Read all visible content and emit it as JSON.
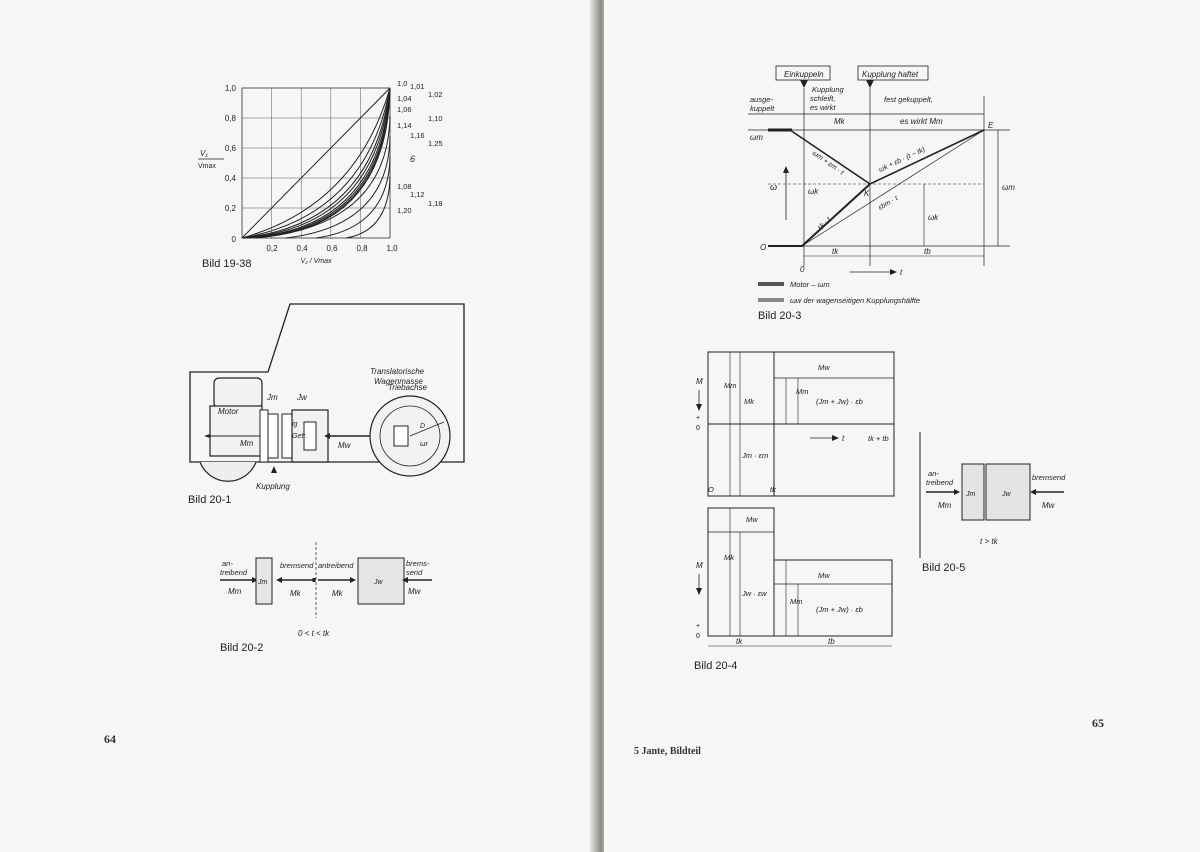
{
  "left": {
    "page_number": "64",
    "fig19_38": {
      "caption": "Bild 19-38",
      "y_ticks": [
        "1,0",
        "0,8",
        "0,6",
        "0,4",
        "0,2"
      ],
      "x_ticks": [
        "0",
        "0,2",
        "0,4",
        "0,6",
        "0,8",
        "1,0"
      ],
      "y_label_top": "V₁",
      "y_label_bottom": "Vmax",
      "x_label": "V₂ / Vmax",
      "curve_labels_upper": [
        "1,0",
        "1,01",
        "1,02",
        "1,04",
        "1,06",
        "1,10",
        "1,14",
        "1,16",
        "1,25"
      ],
      "curve_labels_lower": [
        "1,08",
        "1,12",
        "1,18",
        "1,20"
      ],
      "sigma_label": "6"
    },
    "fig20_1": {
      "caption": "Bild 20-1",
      "motor": "Motor",
      "jm": "Jm",
      "jw": "Jw",
      "ig": "ig",
      "getr": "Getr.",
      "mm": "Mm",
      "mw": "Mw",
      "triebachse": "Triebachse",
      "mass_line1": "Translatorische",
      "mass_line2": "Wagenmasse",
      "kupplung": "Kupplung",
      "d": "D",
      "omega_r": "ωr"
    },
    "fig20_2": {
      "caption": "Bild 20-2",
      "antreibend_left": [
        "an-",
        "treibend"
      ],
      "bremsend_mid": "bremsend",
      "antreibend_mid": "antreibend",
      "bremsend_right": [
        "brems-",
        "send"
      ],
      "mm": "Mm",
      "jm": "Jm",
      "mk1": "Mk",
      "mk2": "Mk",
      "jw": "Jw",
      "mw": "Mw",
      "condition": "0 < t < tk"
    }
  },
  "right": {
    "page_number": "65",
    "footer": "5  Jante, Bildteil",
    "fig20_3": {
      "caption": "Bild 20-3",
      "einkuppeln": "Einkuppeln",
      "kupplung_haftet": "Kupplung haftet",
      "ausgekuppelt": [
        "ausge-",
        "kuppelt"
      ],
      "schleift": [
        "Kupplung",
        "schleift,",
        "es wirkt"
      ],
      "fest": "fest gekuppelt,",
      "es_wirkt_mm": "es wirkt Mm",
      "mk": "Mk",
      "omega_m_left": "ωm",
      "omega": "ω",
      "omega_k": "ωk",
      "o": "O",
      "k": "K",
      "e": "E",
      "omega_m_right": "ωm",
      "omega_k_right": "ωk",
      "formula1": "ωm + εm · t",
      "formula2": "ωk + εb · (t − tk)",
      "formula3": "εk · t",
      "formula4": "εbm · t",
      "tk": "tk",
      "tb": "tb",
      "t_axis": "t",
      "origin": "0",
      "legend1": "Motor – ωm",
      "legend2": "ωw der wagenseitigen Kupplungshälfte"
    },
    "fig20_4": {
      "caption": "Bild 20-4",
      "top": {
        "mm": "Mm",
        "mk": "Mk",
        "mw": "Mw",
        "mm2": "Mm",
        "jsum": "(Jm + Jw) · εb",
        "jm_em": "Jm · εm",
        "m": "M",
        "plus": "+",
        "zero": "0",
        "t": "t",
        "tktb": "tk + tb",
        "o": "O",
        "tk": "tk"
      },
      "bottom": {
        "mw": "Mw",
        "mk": "Mk",
        "jw_ew": "Jw · εw",
        "mw2": "Mw",
        "mm": "Mm",
        "jsum": "(Jm + Jw) · εb",
        "m": "M",
        "plus": "+",
        "zero": "0",
        "tk": "tk",
        "tb": "tb"
      }
    },
    "fig20_5": {
      "caption": "Bild 20-5",
      "antreibend": [
        "an-",
        "treibend"
      ],
      "bremsend": "bremsend",
      "mm": "Mm",
      "mw": "Mw",
      "jm": "Jm",
      "jw": "Jw",
      "condition": "t > tk"
    }
  }
}
